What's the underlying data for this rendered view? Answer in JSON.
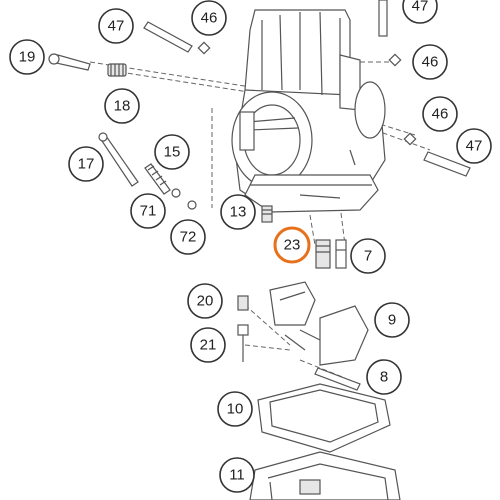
{
  "diagram": {
    "highlight_color": "#e8701a",
    "callouts": [
      {
        "id": "c47a",
        "label": "47"
      },
      {
        "id": "c46a",
        "label": "46"
      },
      {
        "id": "c47b",
        "label": "47"
      },
      {
        "id": "c19",
        "label": "19"
      },
      {
        "id": "c46b",
        "label": "46"
      },
      {
        "id": "c18",
        "label": "18"
      },
      {
        "id": "c46c",
        "label": "46"
      },
      {
        "id": "c47c",
        "label": "47"
      },
      {
        "id": "c17",
        "label": "17"
      },
      {
        "id": "c15",
        "label": "15"
      },
      {
        "id": "c71",
        "label": "71"
      },
      {
        "id": "c13",
        "label": "13"
      },
      {
        "id": "c72",
        "label": "72"
      },
      {
        "id": "c23",
        "label": "23",
        "highlighted": true
      },
      {
        "id": "c7",
        "label": "7"
      },
      {
        "id": "c20",
        "label": "20"
      },
      {
        "id": "c9",
        "label": "9"
      },
      {
        "id": "c21",
        "label": "21"
      },
      {
        "id": "c8",
        "label": "8"
      },
      {
        "id": "c10",
        "label": "10"
      },
      {
        "id": "c11",
        "label": "11"
      }
    ]
  }
}
